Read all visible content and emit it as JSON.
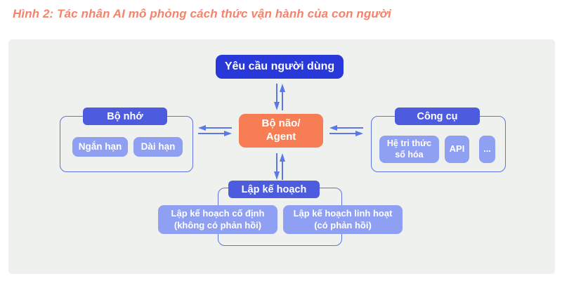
{
  "title": "Hình 2: Tác nhân AI mô phỏng cách thức vận hành của con người",
  "diagram": {
    "user_request_label": "Yêu cầu người dùng",
    "agent_label": "Bộ não/\nAgent",
    "memory": {
      "header": "Bộ nhớ",
      "items": [
        "Ngắn hạn",
        "Dài hạn"
      ]
    },
    "tools": {
      "header": "Công cụ",
      "items": [
        "Hệ tri thức\nsố hóa",
        "API",
        "..."
      ]
    },
    "planning": {
      "header": "Lập kế hoạch",
      "items": [
        "Lập kế hoạch cố định\n(không có phản hồi)",
        "Lập kế hoạch linh hoạt\n(có phản hồi)"
      ]
    },
    "colors": {
      "title_text": "#F5836B",
      "panel_bg": "#EFF1EF",
      "primary_blue": "#2838D9",
      "header_blue": "#4D5CDF",
      "chip_blue": "#8FA0F2",
      "agent_orange": "#F77D54",
      "group_border": "#5E72E2",
      "arrow": "#5C77E6"
    }
  }
}
